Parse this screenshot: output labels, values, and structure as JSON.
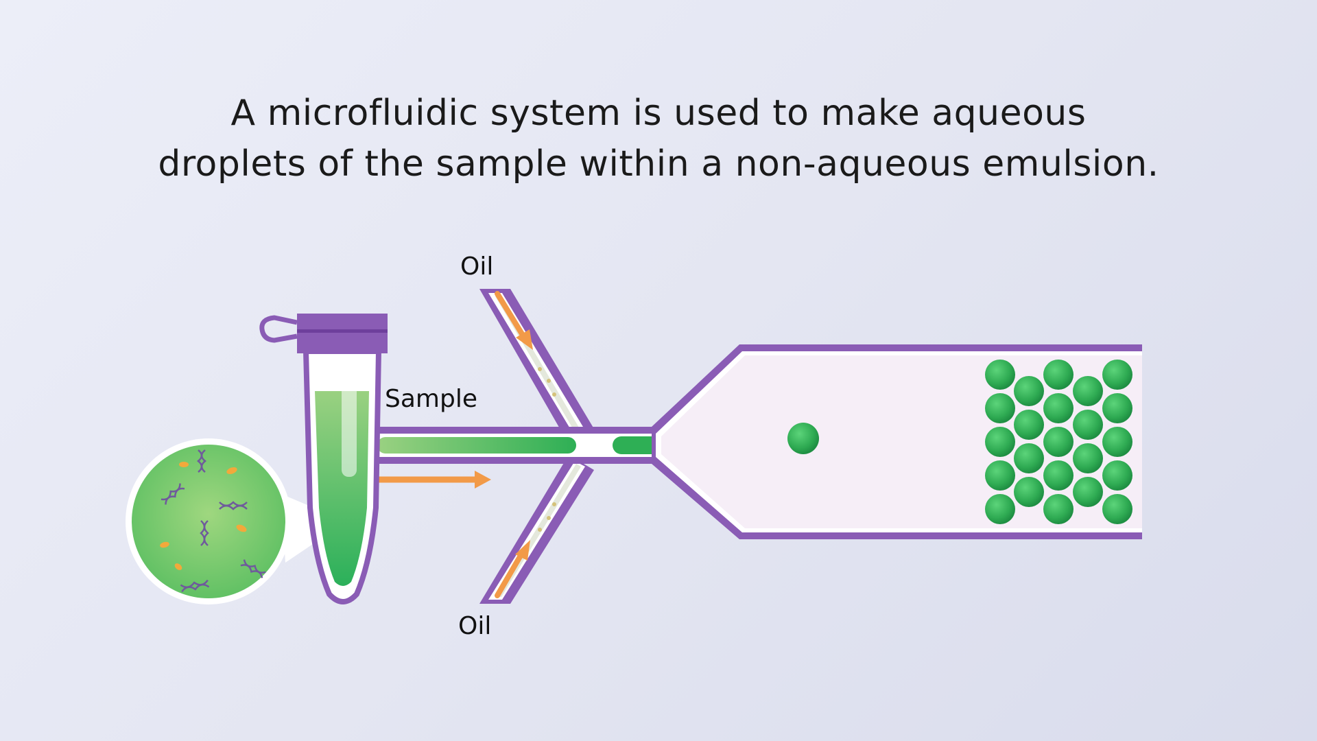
{
  "title": {
    "line1": "A microfluidic system is used to make aqueous",
    "line2": "droplets of the sample within a non-aqueous emulsion."
  },
  "labels": {
    "oil_top": "Oil",
    "oil_bottom": "Oil",
    "sample": "Sample"
  },
  "colors": {
    "channel_wall": "#8a5cb5",
    "sample_green": "#3bb35a",
    "light_green": "#9ad181",
    "oil_arrow": "#f29a48",
    "chamber_fill": "#f6eef7",
    "oil_fill": "#e6e9de"
  },
  "icons": [
    "dna-icon",
    "particle-icon",
    "tube-cap-icon"
  ]
}
